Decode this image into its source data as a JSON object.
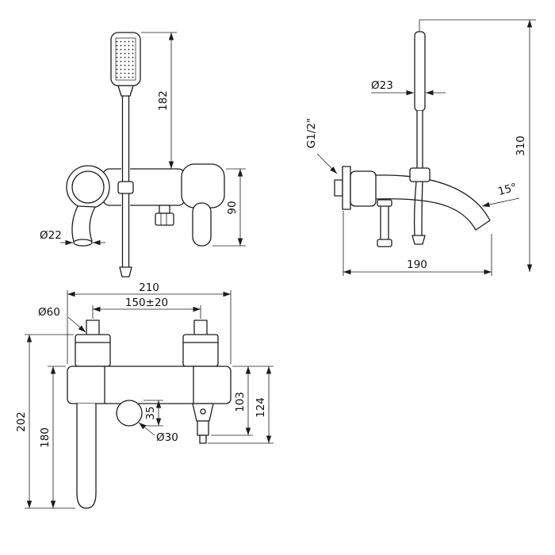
{
  "page": {
    "background": "#ffffff",
    "line_color": "#1c1c1c",
    "description": "Technical dimension drawing of a bath shower mixer tap, three orthographic views"
  },
  "views": {
    "front": {
      "dims": {
        "hose_length": "182",
        "body_height": "90",
        "spout_diameter": "Ø22"
      }
    },
    "side": {
      "dims": {
        "handle_diameter": "Ø23",
        "thread_size": "G1/2\"",
        "overall_height": "310",
        "spout_angle": "15°",
        "spout_reach": "190"
      }
    },
    "deck": {
      "dims": {
        "overall_width": "210",
        "inlet_centers": "150±20",
        "flange_diameter": "Ø60",
        "overall_drop": "202",
        "spout_drop": "180",
        "body_to_outlet": "103",
        "body_to_outlet_tip": "124",
        "joint_height": "35",
        "joint_diameter": "Ø30"
      }
    }
  }
}
